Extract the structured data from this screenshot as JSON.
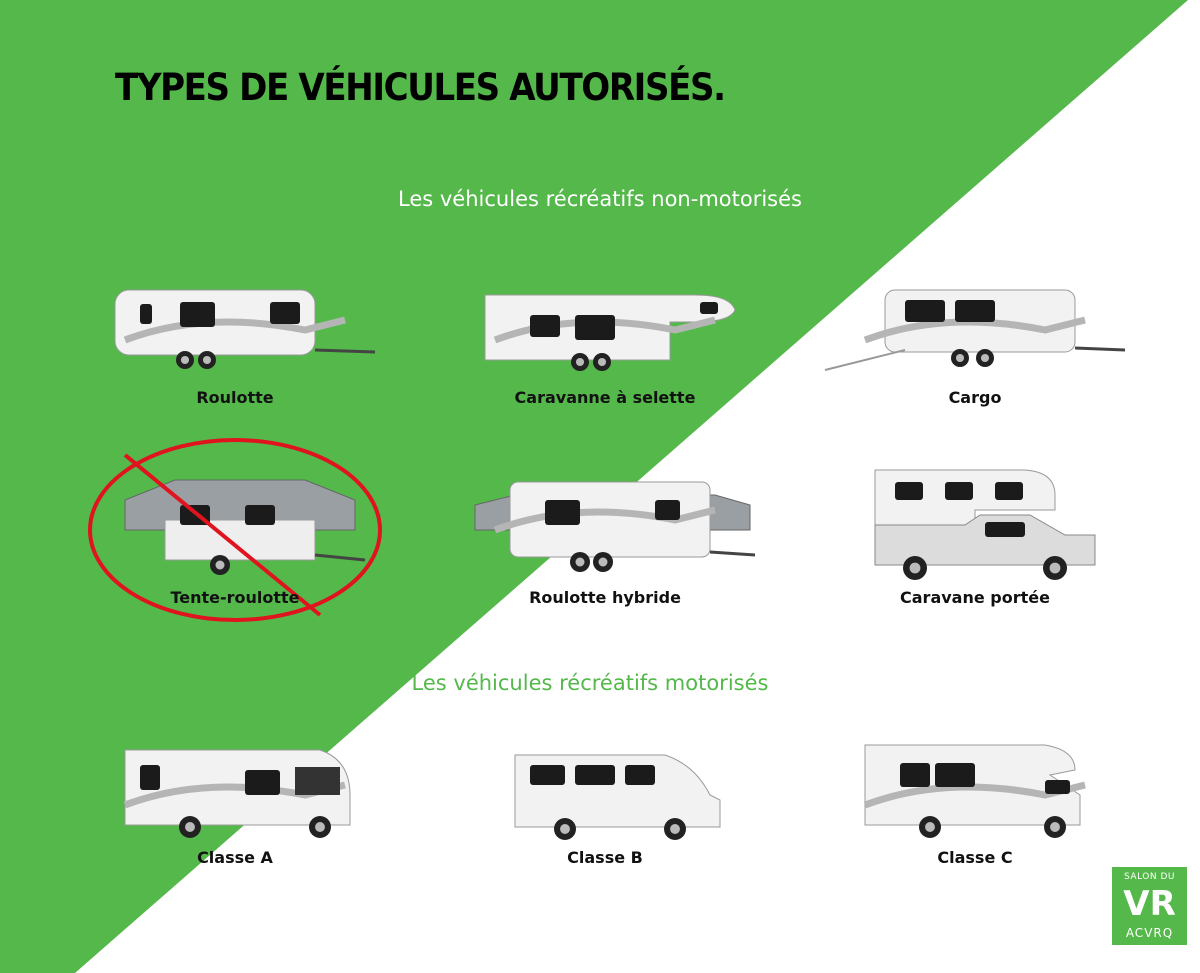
{
  "colors": {
    "brand_green": "#54b84a",
    "forbidden_red": "#e0141e"
  },
  "title": "TYPES DE VÉHICULES AUTORISÉS.",
  "sections": {
    "non_motorized": "Les véhicules récréatifs non-motorisés",
    "motorized": "Les véhicules récréatifs motorisés"
  },
  "vehicles": [
    {
      "label": "Roulotte",
      "kind": "trailer",
      "allowed": true
    },
    {
      "label": "Caravanne à selette",
      "kind": "fifthwheel",
      "allowed": true
    },
    {
      "label": "Cargo",
      "kind": "cargo",
      "allowed": true
    },
    {
      "label": "Tente-roulotte",
      "kind": "popup",
      "allowed": false
    },
    {
      "label": "Roulotte hybride",
      "kind": "hybrid",
      "allowed": true
    },
    {
      "label": "Caravane portée",
      "kind": "truckcamper",
      "allowed": true
    },
    {
      "label": "Classe A",
      "kind": "classA",
      "allowed": true
    },
    {
      "label": "Classe B",
      "kind": "van",
      "allowed": true
    },
    {
      "label": "Classe C",
      "kind": "classC",
      "allowed": true
    }
  ],
  "logo": {
    "line1": "SALON DU",
    "line2": "VR",
    "line3": "ACVRQ"
  }
}
